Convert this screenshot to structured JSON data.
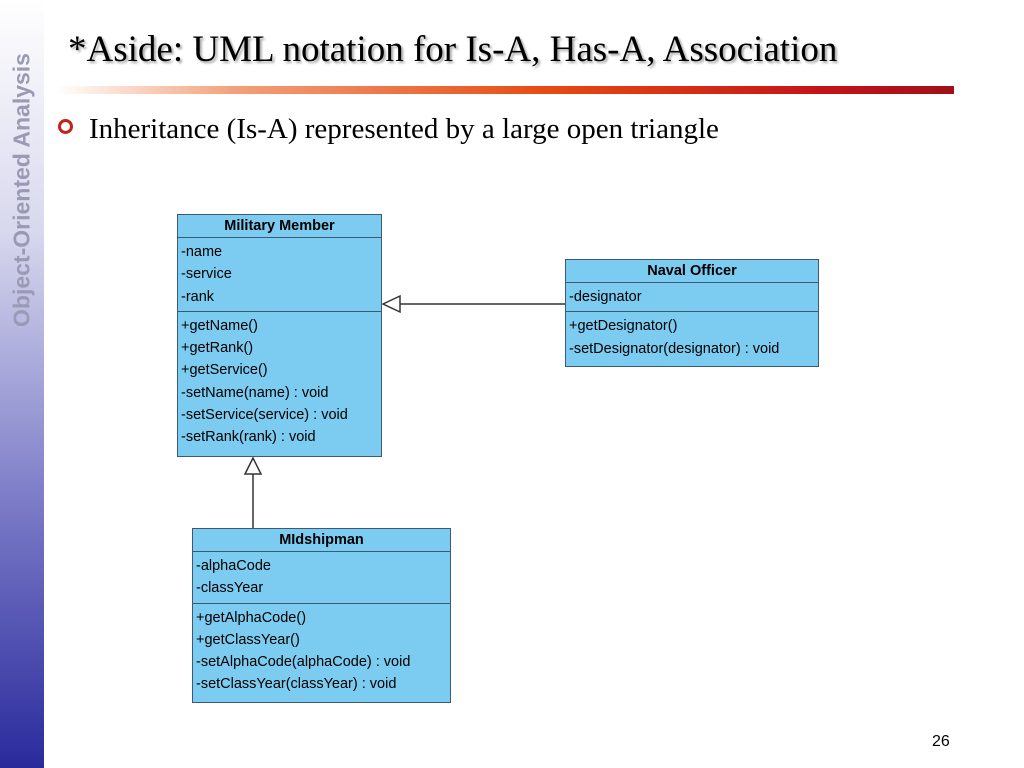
{
  "sidebar": {
    "label": "Object-Oriented Analysis"
  },
  "slide": {
    "title": "*Aside: UML notation for Is-A, Has-A, Association",
    "bullet": "Inheritance (Is-A) represented by a large open triangle",
    "page_number": "26"
  },
  "uml": {
    "military_member": {
      "name": "Military Member",
      "attributes": [
        "-name",
        "-service",
        "-rank"
      ],
      "operations": [
        "+getName()",
        "+getRank()",
        "+getService()",
        "-setName(name) : void",
        "-setService(service) : void",
        "-setRank(rank) : void"
      ]
    },
    "naval_officer": {
      "name": "Naval Officer",
      "attributes": [
        "-designator"
      ],
      "operations": [
        "+getDesignator()",
        "-setDesignator(designator) : void"
      ]
    },
    "midshipman": {
      "name": "MIdshipman",
      "attributes": [
        "-alphaCode",
        "-classYear"
      ],
      "operations": [
        "+getAlphaCode()",
        "+getClassYear()",
        "-setAlphaCode(alphaCode) : void",
        "-setClassYear(classYear) : void"
      ]
    },
    "relations": [
      {
        "type": "inheritance",
        "from": "Naval Officer",
        "to": "Military Member"
      },
      {
        "type": "inheritance",
        "from": "MIdshipman",
        "to": "Military Member"
      }
    ],
    "colors": {
      "class_fill": "#7ccbf0",
      "class_border": "#3b5a73",
      "connector": "#333333"
    }
  }
}
